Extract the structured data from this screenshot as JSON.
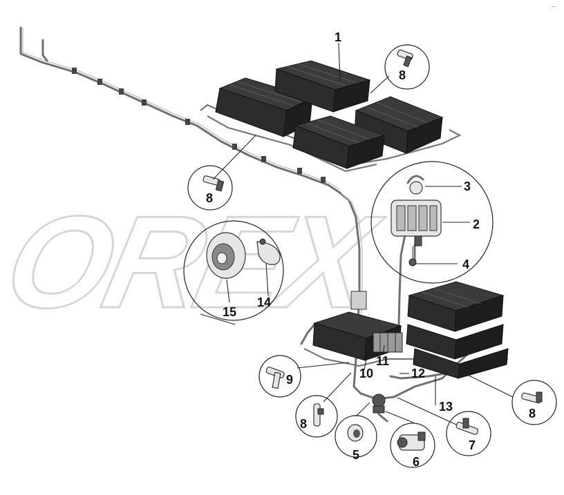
{
  "watermark": "OREX",
  "corner_mark": "..",
  "callouts": {
    "c1": "1",
    "c2": "2",
    "c3": "3",
    "c4": "4",
    "c5": "5",
    "c6": "6",
    "c7": "7",
    "c8a": "8",
    "c8b": "8",
    "c8c": "8",
    "c8d": "8",
    "c9": "9",
    "c10": "10",
    "c11": "11",
    "c12": "12",
    "c13": "13",
    "c14": "14",
    "c15": "15"
  }
}
